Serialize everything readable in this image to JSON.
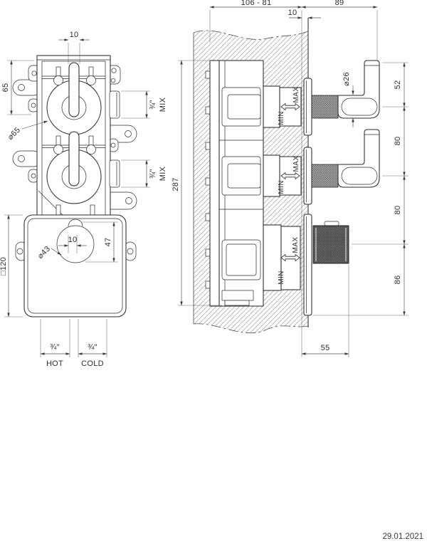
{
  "colors": {
    "line": "#2b2b2b",
    "dimension": "#4a4a4a",
    "hatch": "#9b9b9b",
    "knurl_light": "#dcdcdc",
    "knurl_dark": "#b9b9b9"
  },
  "front": {
    "dim_slot_width": "10",
    "dim_slot_height": "65",
    "dia_cartridge": "⌀65",
    "mix_ports": [
      {
        "size": "¾\"",
        "label": "MIX"
      },
      {
        "size": "¾\"",
        "label": "MIX"
      }
    ],
    "dim_plate": "□120",
    "dim_stem_offset": "10",
    "dim_stem_height": "47",
    "dia_plate_opening": "⌀43",
    "supply": {
      "hot": {
        "size": "¾\"",
        "label": "HOT"
      },
      "cold": {
        "size": "¾\"",
        "label": "COLD"
      }
    }
  },
  "section": {
    "dims": {
      "depth_range": "106  -  81",
      "handle_projection": "89",
      "finish_depth": "10",
      "body_height": "287",
      "handle_dia": "⌀26",
      "seg_top": "52",
      "seg_mid1": "80",
      "seg_mid2": "80",
      "seg_bottom": "86",
      "knob_projection": "55"
    },
    "controls": [
      {
        "max": "MAX",
        "min": "MIN"
      },
      {
        "max": "MAX",
        "min": "MIN"
      },
      {
        "max": "MAX",
        "min": "MIN"
      }
    ]
  },
  "footer": {
    "date": "29.01.2021"
  }
}
